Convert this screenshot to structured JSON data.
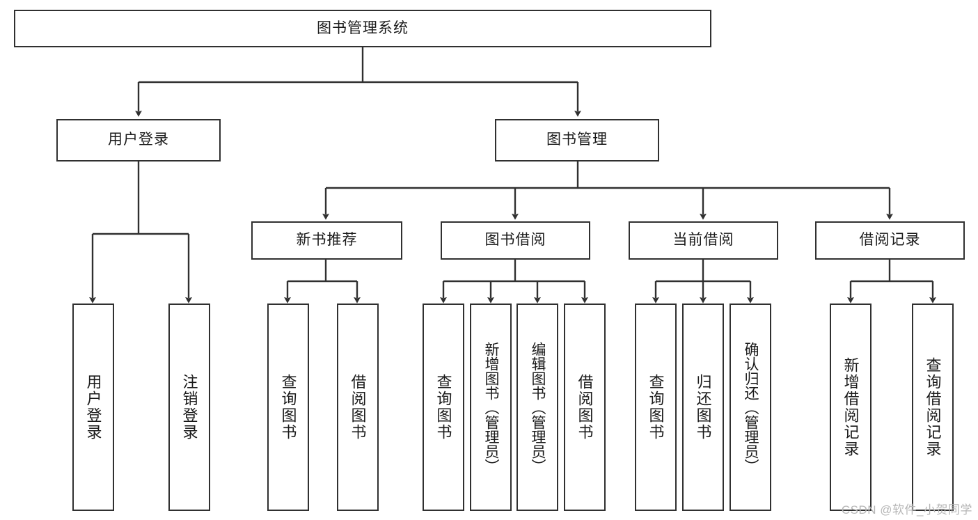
{
  "diagram": {
    "type": "tree-hierarchy",
    "title": "图书管理系统",
    "watermark": "CSDN @软件_小贺同学",
    "colors": {
      "box_border": "#303030",
      "box_fill": "#ffffff",
      "connector": "#303030",
      "text": "#1a1a1a",
      "watermark": "#b6b6b6"
    },
    "nodes": {
      "root": {
        "label": "图书管理系统",
        "level": 0
      },
      "user_login": {
        "label": "用户登录",
        "level": 1
      },
      "book_manage": {
        "label": "图书管理",
        "level": 1
      },
      "new_book_rec": {
        "label": "新书推荐",
        "level": 2
      },
      "book_borrow": {
        "label": "图书借阅",
        "level": 2
      },
      "current_borrow": {
        "label": "当前借阅",
        "level": 2
      },
      "borrow_record": {
        "label": "借阅记录",
        "level": 2
      },
      "leaf_user_login": {
        "label": "用户登录",
        "level": 3
      },
      "leaf_logout": {
        "label": "注销登录",
        "level": 3
      },
      "leaf_query_book_1": {
        "label": "查询图书",
        "level": 3
      },
      "leaf_borrow_book_1": {
        "label": "借阅图书",
        "level": 3
      },
      "leaf_query_book_2": {
        "label": "查询图书",
        "level": 3
      },
      "leaf_add_book": {
        "label": "新增图书（管理员）",
        "level": 3
      },
      "leaf_edit_book": {
        "label": "编辑图书（管理员）",
        "level": 3
      },
      "leaf_borrow_book_2": {
        "label": "借阅图书",
        "level": 3
      },
      "leaf_query_book_3": {
        "label": "查询图书",
        "level": 3
      },
      "leaf_return_book": {
        "label": "归还图书",
        "level": 3
      },
      "leaf_confirm_return": {
        "label": "确认归还（管理员）",
        "level": 3
      },
      "leaf_add_record": {
        "label": "新增借阅记录",
        "level": 3
      },
      "leaf_query_record": {
        "label": "查询借阅记录",
        "level": 3
      }
    },
    "edges": [
      {
        "from": "root",
        "to": "user_login"
      },
      {
        "from": "root",
        "to": "book_manage"
      },
      {
        "from": "book_manage",
        "to": "new_book_rec"
      },
      {
        "from": "book_manage",
        "to": "book_borrow"
      },
      {
        "from": "book_manage",
        "to": "current_borrow"
      },
      {
        "from": "book_manage",
        "to": "borrow_record"
      },
      {
        "from": "user_login",
        "to": "leaf_user_login"
      },
      {
        "from": "user_login",
        "to": "leaf_logout"
      },
      {
        "from": "new_book_rec",
        "to": "leaf_query_book_1"
      },
      {
        "from": "new_book_rec",
        "to": "leaf_borrow_book_1"
      },
      {
        "from": "book_borrow",
        "to": "leaf_query_book_2"
      },
      {
        "from": "book_borrow",
        "to": "leaf_add_book"
      },
      {
        "from": "book_borrow",
        "to": "leaf_edit_book"
      },
      {
        "from": "book_borrow",
        "to": "leaf_borrow_book_2"
      },
      {
        "from": "current_borrow",
        "to": "leaf_query_book_3"
      },
      {
        "from": "current_borrow",
        "to": "leaf_return_book"
      },
      {
        "from": "current_borrow",
        "to": "leaf_confirm_return"
      },
      {
        "from": "borrow_record",
        "to": "leaf_add_record"
      },
      {
        "from": "borrow_record",
        "to": "leaf_query_record"
      }
    ]
  }
}
